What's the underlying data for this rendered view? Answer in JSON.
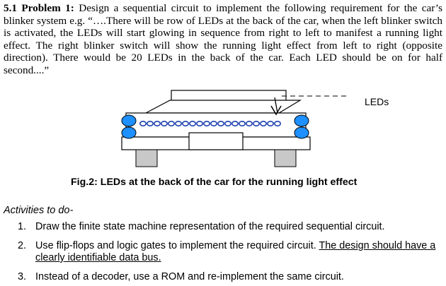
{
  "problem": {
    "heading": "5.1 Problem 1:",
    "text": "Design a sequential circuit to implement the following requirement for the car’s blinker system e.g. “….There will be row of LEDs at the back of the car, when the left blinker switch is activated, the LEDs will start glowing in sequence from right to left to manifest a running light effect. The right blinker switch will show the running light effect from left to right (opposite direction). There would be 20 LEDs in the back of the car. Each LED should be on for half second....”"
  },
  "figure": {
    "leds_label": "LEDs",
    "caption": "Fig.2: LEDs at the back of the car for the running light effect",
    "colors": {
      "blinker": "#1e90ff",
      "car_body": "#ffffff",
      "wheel": "#c8c8c8",
      "outline": "#000000"
    }
  },
  "activities": {
    "heading": "Activities to do-",
    "items": [
      {
        "num": "1.",
        "text": "Draw the finite state machine representation of the required sequential circuit."
      },
      {
        "num": "2.",
        "text": "Use flip-flops and logic gates to implement the required circuit.",
        "underlined": "The design should have a clearly identifiable data bus."
      },
      {
        "num": "3.",
        "text": "Instead of a decoder, use a ROM and re-implement the same circuit."
      }
    ]
  }
}
